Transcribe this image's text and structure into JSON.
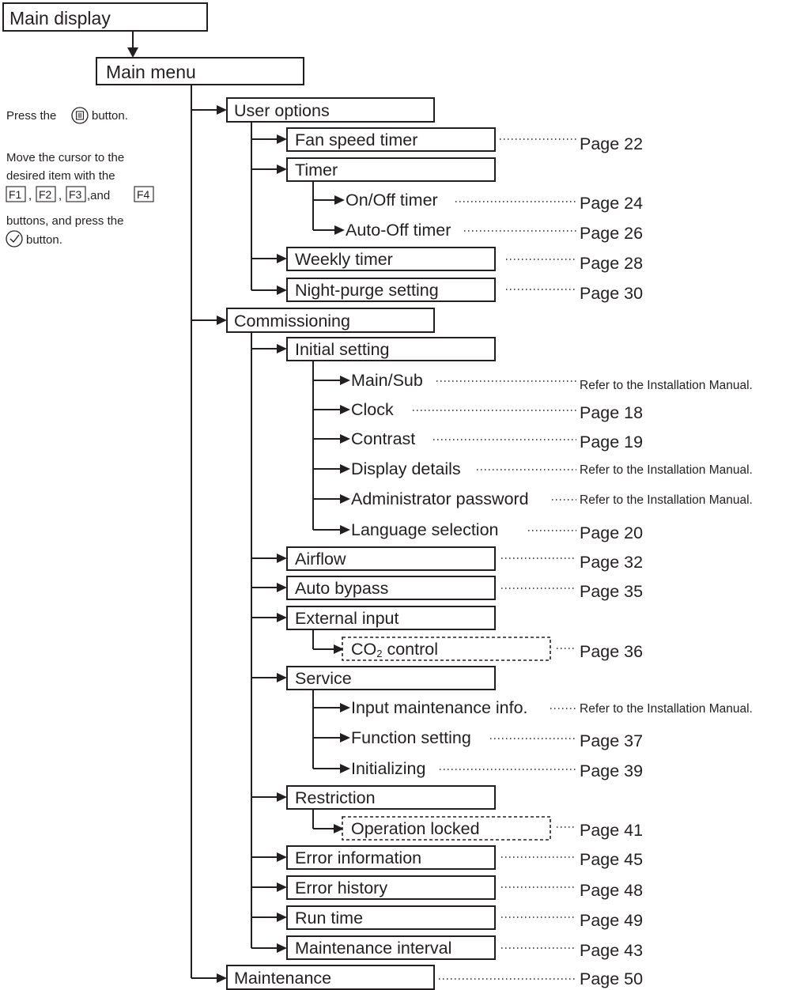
{
  "top": {
    "main_display": "Main display",
    "main_menu": "Main menu"
  },
  "instructions": {
    "step1_before": "Press the",
    "step1_after": "button.",
    "step2_line1": "Move the cursor to the",
    "step2_line2": "desired item with the",
    "keys": [
      "F1",
      "F2",
      "F3",
      "F4"
    ],
    "sep_comma": ",",
    "sep_and": ",and",
    "step2_line4": "buttons, and press the",
    "step2_line5": "button.",
    "menu_button_icon": "menu-button-icon",
    "confirm_button_icon": "check-circle-icon"
  },
  "menu": {
    "user_options": "User options",
    "fan_speed_timer": "Fan speed timer",
    "timer": "Timer",
    "on_off_timer": "On/Off timer",
    "auto_off_timer": "Auto-Off timer",
    "weekly_timer": "Weekly timer",
    "night_purge_setting": "Night-purge setting",
    "commissioning": "Commissioning",
    "initial_setting": "Initial setting",
    "main_sub": "Main/Sub",
    "clock": "Clock",
    "contrast": "Contrast",
    "display_details": "Display details",
    "administrator_password": "Administrator password",
    "language_selection": "Language selection",
    "airflow": "Airflow",
    "auto_bypass": "Auto bypass",
    "external_input": "External input",
    "co2_control_prefix": "CO",
    "co2_control_sub": "2",
    "co2_control_suffix": " control",
    "service": "Service",
    "input_maintenance_info": "Input maintenance info.",
    "function_setting": "Function setting",
    "initializing": "Initializing",
    "restriction": "Restriction",
    "operation_locked": "Operation locked",
    "error_information": "Error information",
    "error_history": "Error history",
    "run_time": "Run time",
    "maintenance_interval": "Maintenance interval",
    "maintenance": "Maintenance"
  },
  "refs": {
    "fan_speed_timer": "Page 22",
    "on_off_timer": "Page 24",
    "auto_off_timer": "Page 26",
    "weekly_timer": "Page 28",
    "night_purge_setting": "Page 30",
    "main_sub": "Refer to the Installation Manual.",
    "clock": "Page 18",
    "contrast": "Page 19",
    "display_details": "Refer to the Installation Manual.",
    "administrator_password": "Refer to the Installation Manual.",
    "language_selection": "Page 20",
    "airflow": "Page 32",
    "auto_bypass": "Page 35",
    "co2_control": "Page 36",
    "input_maintenance_info": "Refer to the Installation Manual.",
    "function_setting": "Page 37",
    "initializing": "Page 39",
    "operation_locked": "Page 41",
    "error_information": "Page 45",
    "error_history": "Page 48",
    "run_time": "Page 49",
    "maintenance_interval": "Page 43",
    "maintenance": "Page 50"
  }
}
